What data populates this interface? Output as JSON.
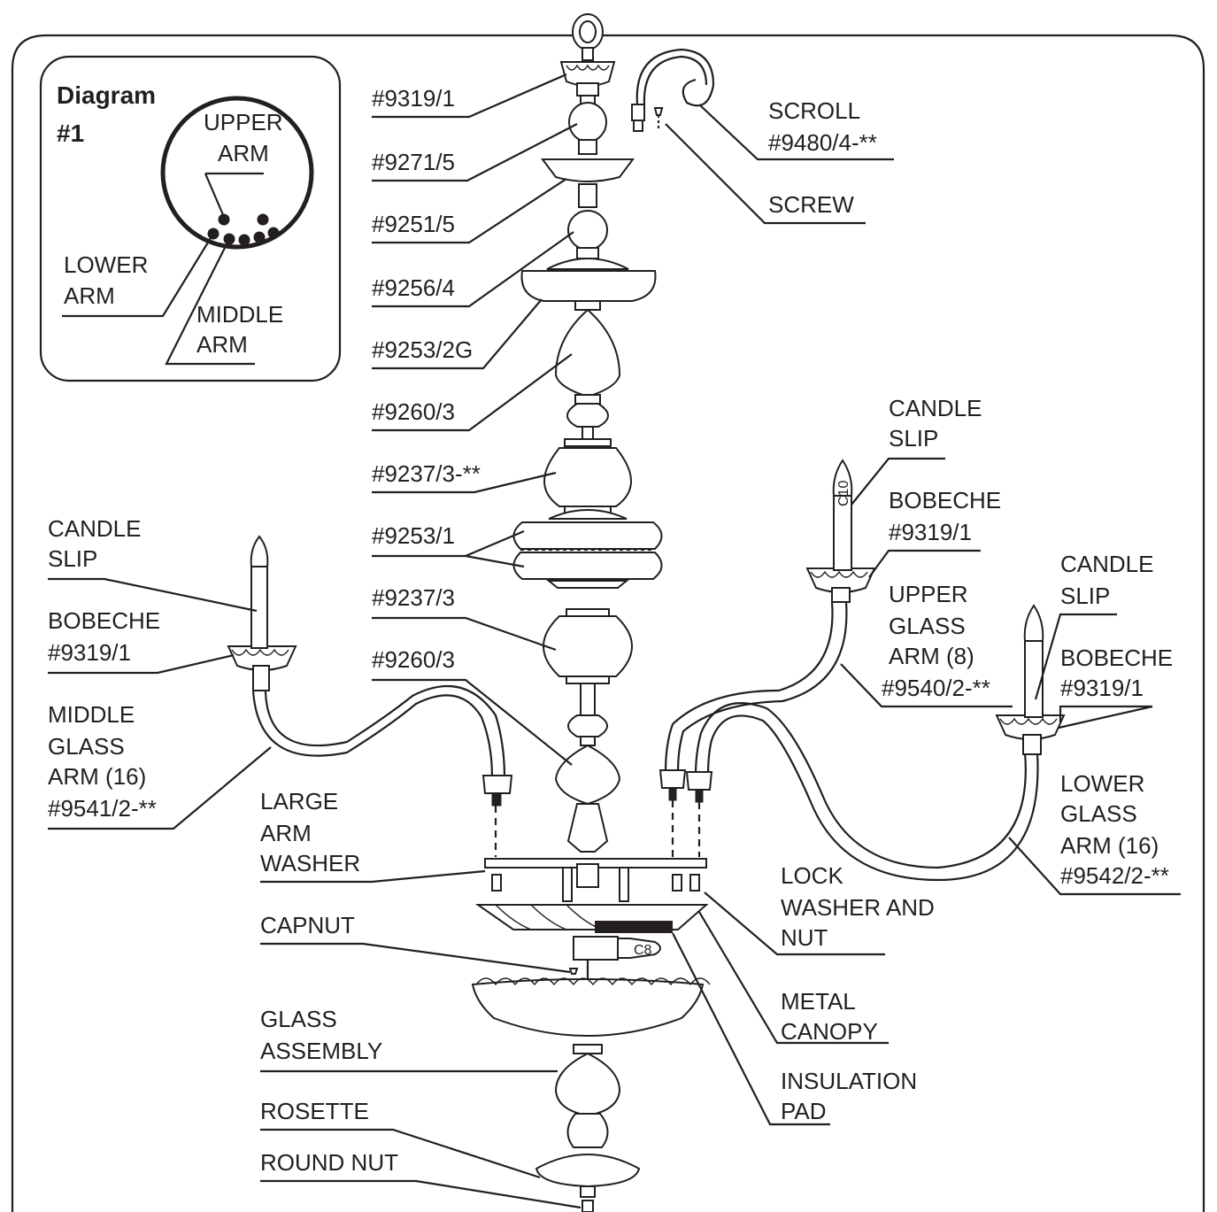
{
  "diagram": {
    "inset": {
      "title_line1": "Diagram",
      "title_line2": "#1",
      "upper_1": "UPPER",
      "upper_2": "ARM",
      "lower_1": "LOWER",
      "lower_2": "ARM",
      "middle_1": "MIDDLE",
      "middle_2": "ARM"
    },
    "left_labels": {
      "p1": "#9319/1",
      "p2": "#9271/5",
      "p3": "#9251/5",
      "p4": "#9256/4",
      "p5": "#9253/2G",
      "p6": "#9260/3",
      "p7": "#9237/3-**",
      "p8": "#9253/1",
      "p9": "#9237/3",
      "p10": "#9260/3",
      "candle_l_1": "CANDLE",
      "candle_l_2": "SLIP",
      "bobeche_l_1": "BOBECHE",
      "bobeche_l_2": "#9319/1",
      "middle_arm_1": "MIDDLE",
      "middle_arm_2": "GLASS",
      "middle_arm_3": "ARM (16)",
      "middle_arm_4": "#9541/2-**",
      "washer_1": "LARGE",
      "washer_2": "ARM",
      "washer_3": "WASHER",
      "capnut": "CAPNUT",
      "glass_1": "GLASS",
      "glass_2": "ASSEMBLY",
      "rosette": "ROSETTE",
      "roundnut": "ROUND NUT"
    },
    "right_labels": {
      "scroll_1": "SCROLL",
      "scroll_2": "#9480/4-**",
      "screw": "SCREW",
      "candle_u_1": "CANDLE",
      "candle_u_2": "SLIP",
      "bobeche_u_1": "BOBECHE",
      "bobeche_u_2": "#9319/1",
      "upper_arm_1": "UPPER",
      "upper_arm_2": "GLASS",
      "upper_arm_3": "ARM (8)",
      "upper_arm_4": "#9540/2-**",
      "candle_r_1": "CANDLE",
      "candle_r_2": "SLIP",
      "bobeche_r_1": "BOBECHE",
      "bobeche_r_2": "#9319/1",
      "lower_arm_1": "LOWER",
      "lower_arm_2": "GLASS",
      "lower_arm_3": "ARM (16)",
      "lower_arm_4": "#9542/2-**",
      "lock_1": "LOCK",
      "lock_2": "WASHER AND",
      "lock_3": "NUT",
      "canopy_1": "METAL",
      "canopy_2": "CANOPY",
      "pad_1": "INSULATION",
      "pad_2": "PAD"
    },
    "bulb_marks": {
      "c10": "C10",
      "c8": "C8"
    }
  }
}
